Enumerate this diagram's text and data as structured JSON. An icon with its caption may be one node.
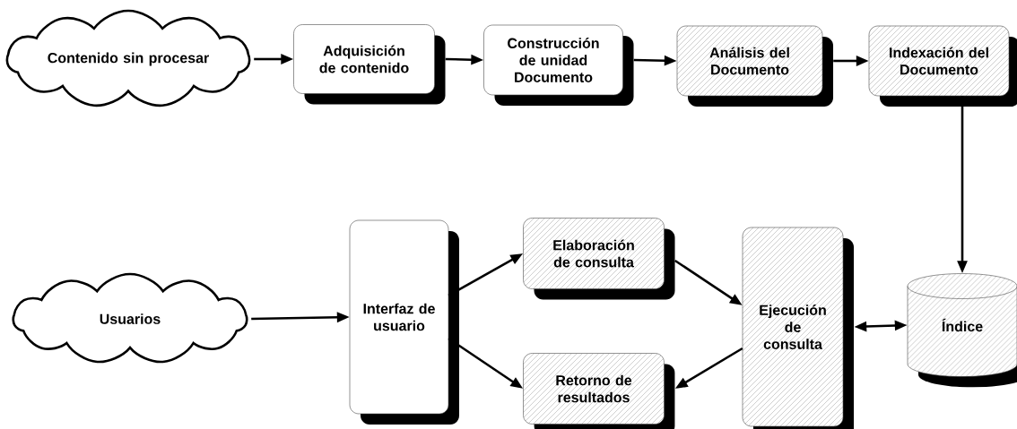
{
  "diagram": {
    "nodes": [
      {
        "text": [
          "Contenido sin procesar"
        ]
      },
      {
        "text": [
          "Adquisición de contenido"
        ]
      },
      {
        "text": [
          "Construcción de unidad Documento"
        ]
      },
      {
        "text": [
          "Análisis del Documento"
        ]
      },
      {
        "text": [
          "Indexación del Documento"
        ]
      },
      {
        "text": [
          "Usuarios"
        ]
      },
      {
        "text": [
          "Interfaz de usuario"
        ]
      },
      {
        "text": [
          "Elaboración de consulta"
        ]
      },
      {
        "text": [
          "Retorno de resultados"
        ]
      },
      {
        "text": [
          "Ejecución de consulta"
        ]
      },
      {
        "text": [
          "Índice"
        ]
      }
    ],
    "edges": [
      {
        "from": 0,
        "to": 1,
        "arrow": "to"
      },
      {
        "from": 1,
        "to": 2,
        "arrow": "to"
      },
      {
        "from": 2,
        "to": 3,
        "arrow": "to"
      },
      {
        "from": 3,
        "to": 4,
        "arrow": "to"
      },
      {
        "from": 4,
        "to": 10,
        "arrow": "to"
      },
      {
        "from": 5,
        "to": 6,
        "arrow": "to"
      },
      {
        "from": 6,
        "to": 7,
        "arrow": "to"
      },
      {
        "from": 6,
        "to": 8,
        "arrow": "to"
      },
      {
        "from": 7,
        "to": 9,
        "arrow": "to"
      },
      {
        "from": 9,
        "to": 8,
        "arrow": "to"
      },
      {
        "from": 9,
        "to": 10,
        "arrow": "both"
      }
    ]
  }
}
